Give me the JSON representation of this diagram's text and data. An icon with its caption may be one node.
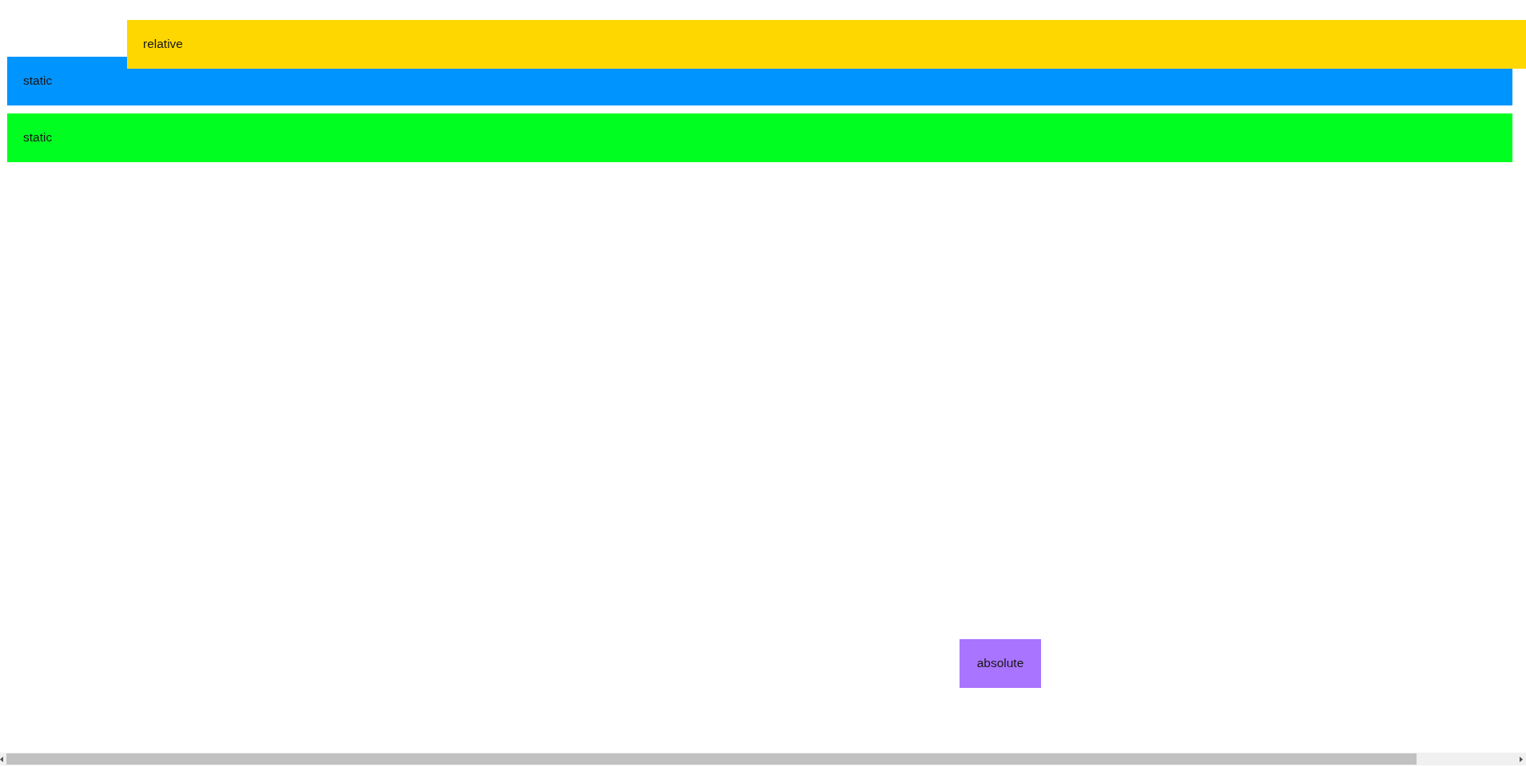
{
  "diagram": {
    "nodes": [
      {
        "text": [
          "relative"
        ]
      },
      {
        "text": [
          "static"
        ]
      },
      {
        "text": [
          "static"
        ]
      },
      {
        "text": [
          "absolute"
        ]
      }
    ]
  }
}
